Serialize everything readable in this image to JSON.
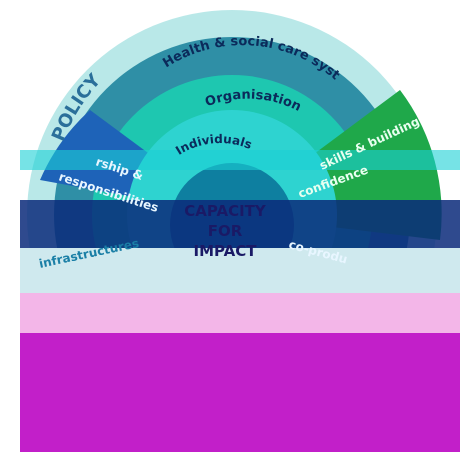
{
  "rings": {
    "policy": "POLICY",
    "systems": "Health & social care systems",
    "organisations": "Organisations",
    "individuals": "Individuals"
  },
  "center": {
    "line1": "CAPACITY",
    "line2": "FOR",
    "line3": "IMPACT"
  },
  "segments": {
    "left_top": "rship &",
    "left_bottom": "responsibilities",
    "right_top": "skills & building",
    "right_bottom": "confidence",
    "bottom_left": "infrastructures",
    "bottom_right": "co-produ"
  },
  "colors": {
    "policy_ring": "#5cc8c8",
    "systems_ring": "#2f8fa6",
    "organisations_ring": "#1ec7b0",
    "individuals_ring": "#2ed3d0",
    "center": "#0e7fa0",
    "left_segment": "#1e63b8",
    "right_segment": "#1fa84a",
    "bottom_band": "#cfe9ee",
    "bottom_overlay": "#c21fc9",
    "center_text": "#1a1a66"
  }
}
